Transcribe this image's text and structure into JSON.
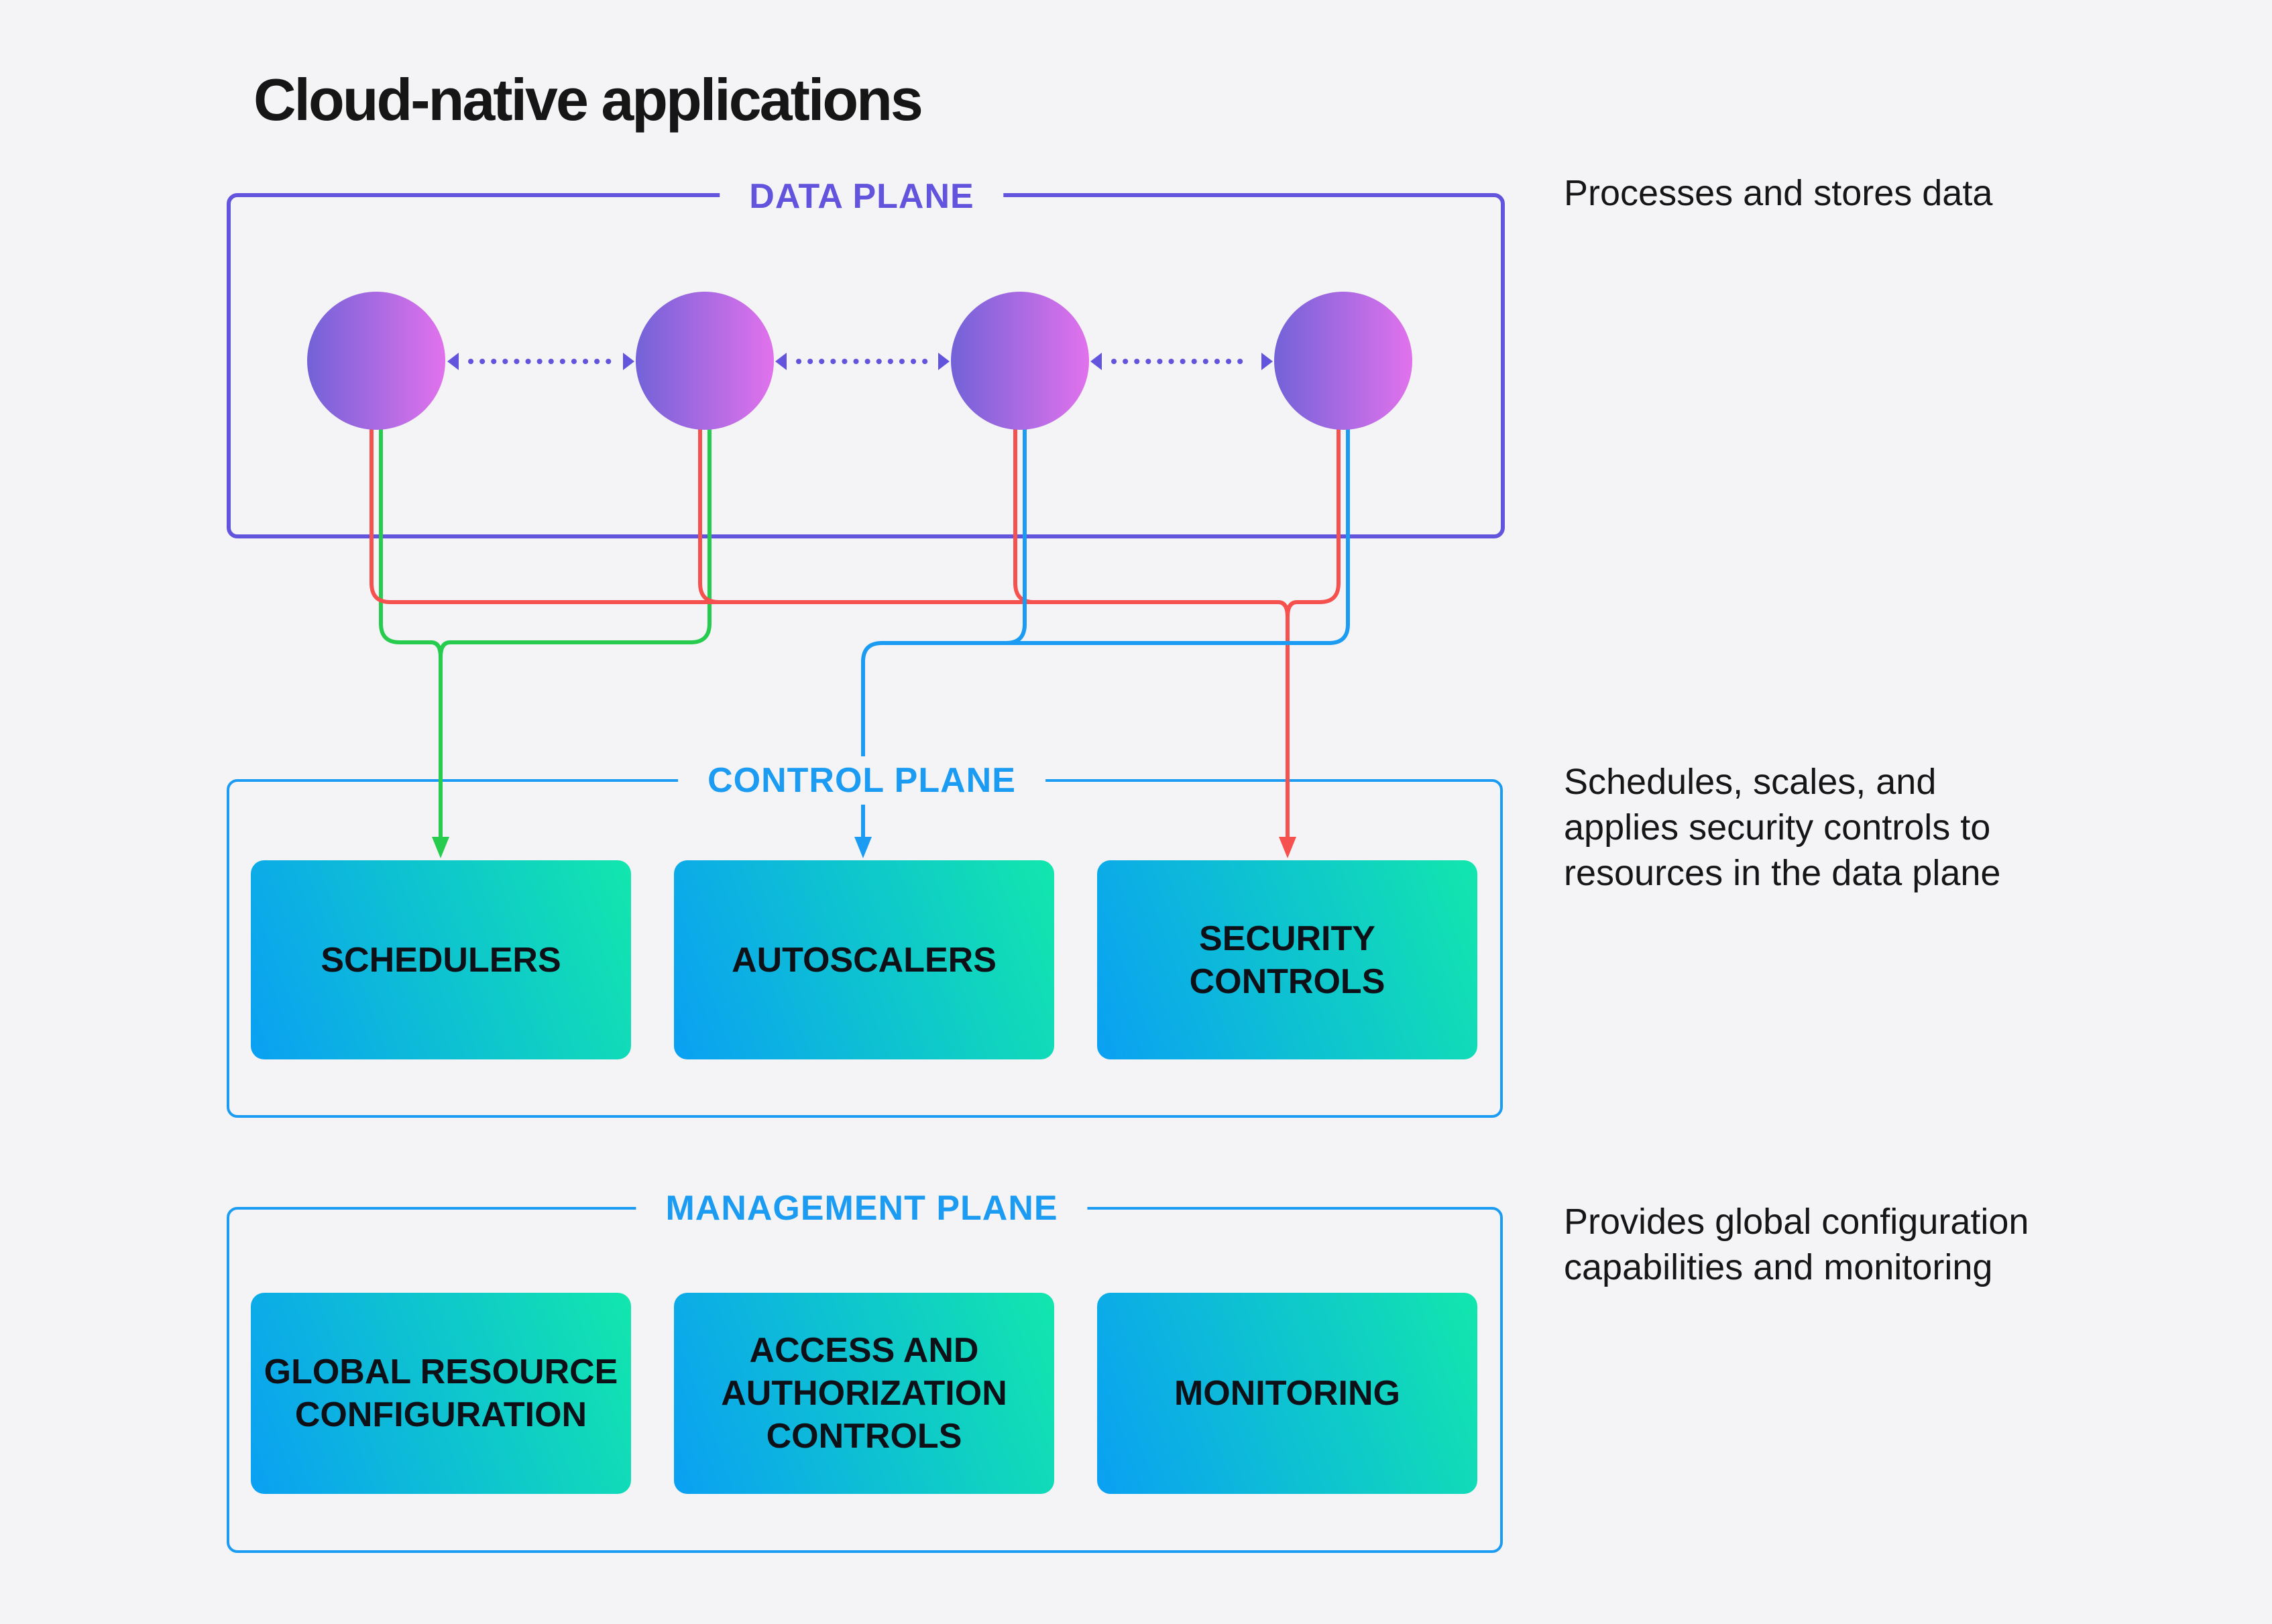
{
  "title": "Cloud-native applications",
  "planes": {
    "data": {
      "label": "DATA PLANE",
      "annotation": "Processes and stores data",
      "node_count": 4
    },
    "control": {
      "label": "CONTROL PLANE",
      "annotation": "Schedules, scales, and\napplies security controls to\nresources in the data plane",
      "boxes": [
        {
          "label": "SCHEDULERS"
        },
        {
          "label": "AUTOSCALERS"
        },
        {
          "label": "SECURITY\nCONTROLS"
        }
      ]
    },
    "management": {
      "label": "MANAGEMENT PLANE",
      "annotation": "Provides global configuration\ncapabilities and monitoring",
      "boxes": [
        {
          "label": "GLOBAL RESOURCE\nCONFIGURATION"
        },
        {
          "label": "ACCESS AND\nAUTHORIZATION\nCONTROLS"
        },
        {
          "label": "MONITORING"
        }
      ]
    }
  },
  "colors": {
    "background": "#f4f4f6",
    "ink": "#161616",
    "data_plane_accent": "#6254dd",
    "blue_plane_accent": "#1b9cf2",
    "scheduler_link": "#27cb4e",
    "autoscaler_link": "#1b9cf2",
    "security_link": "#f5514e",
    "peer_link": "#6254dd",
    "node_grad_from": "#7362d8",
    "node_grad_to": "#e172ec",
    "box_grad_from": "#0aa0f3",
    "box_grad_to": "#12e6ad",
    "box_text": "#0d1117"
  }
}
